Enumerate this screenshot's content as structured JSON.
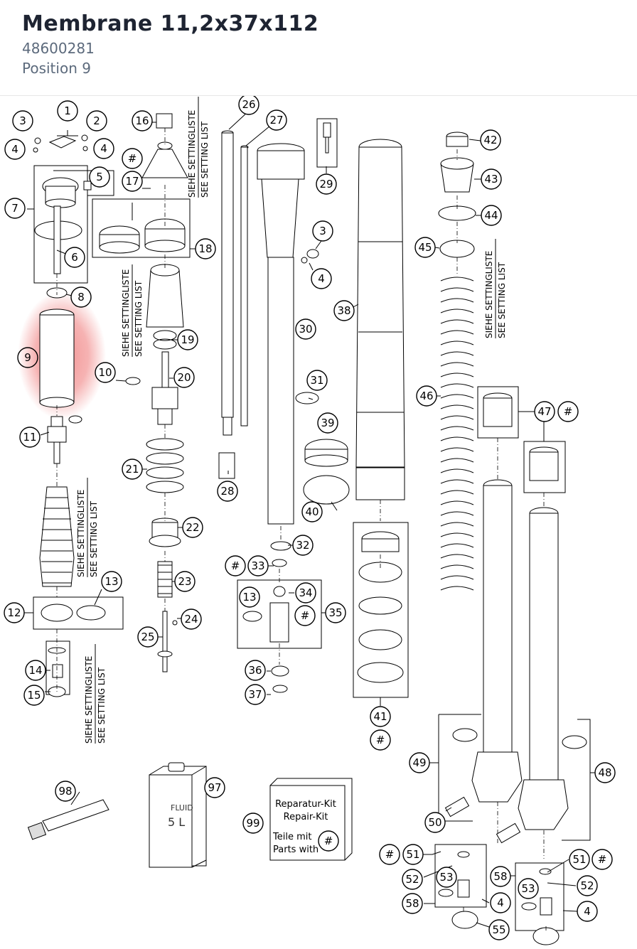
{
  "header": {
    "title": "Membrane 11,2x37x112",
    "part_number": "48600281",
    "position": "Position 9"
  },
  "highlight_color": "#f08080",
  "setting_note": {
    "de": "SIEHE SETTINGLISTE",
    "en": "SEE SETTING LIST"
  },
  "repair_kit": {
    "line1": "Reparatur-Kit",
    "line2": "Repair-Kit",
    "line3": "Teile mit",
    "line4": "Parts with",
    "symbol": "#"
  },
  "can_label": {
    "brand": "FLUID",
    "volume": "5 L"
  },
  "labels": {
    "n1": "1",
    "n2": "2",
    "n3": "3",
    "n4": "4",
    "n5": "5",
    "n6": "6",
    "n7": "7",
    "n8": "8",
    "n9": "9",
    "n10": "10",
    "n11": "11",
    "n12": "12",
    "n13": "13",
    "n14": "14",
    "n15": "15",
    "n16": "16",
    "n17": "17",
    "n18": "18",
    "n19": "19",
    "n20": "20",
    "n21": "21",
    "n22": "22",
    "n23": "23",
    "n24": "24",
    "n25": "25",
    "n26": "26",
    "n27": "27",
    "n28": "28",
    "n29": "29",
    "n30": "30",
    "n31": "31",
    "n32": "32",
    "n33": "33",
    "n34": "34",
    "n35": "35",
    "n36": "36",
    "n37": "37",
    "n38": "38",
    "n39": "39",
    "n40": "40",
    "n41": "41",
    "n42": "42",
    "n43": "43",
    "n44": "44",
    "n45": "45",
    "n46": "46",
    "n47": "47",
    "n48": "48",
    "n49": "49",
    "n50": "50",
    "n51": "51",
    "n52": "52",
    "n53": "53",
    "n55": "55",
    "n58": "58",
    "n97": "97",
    "n98": "98",
    "n99": "99",
    "hash": "#"
  }
}
